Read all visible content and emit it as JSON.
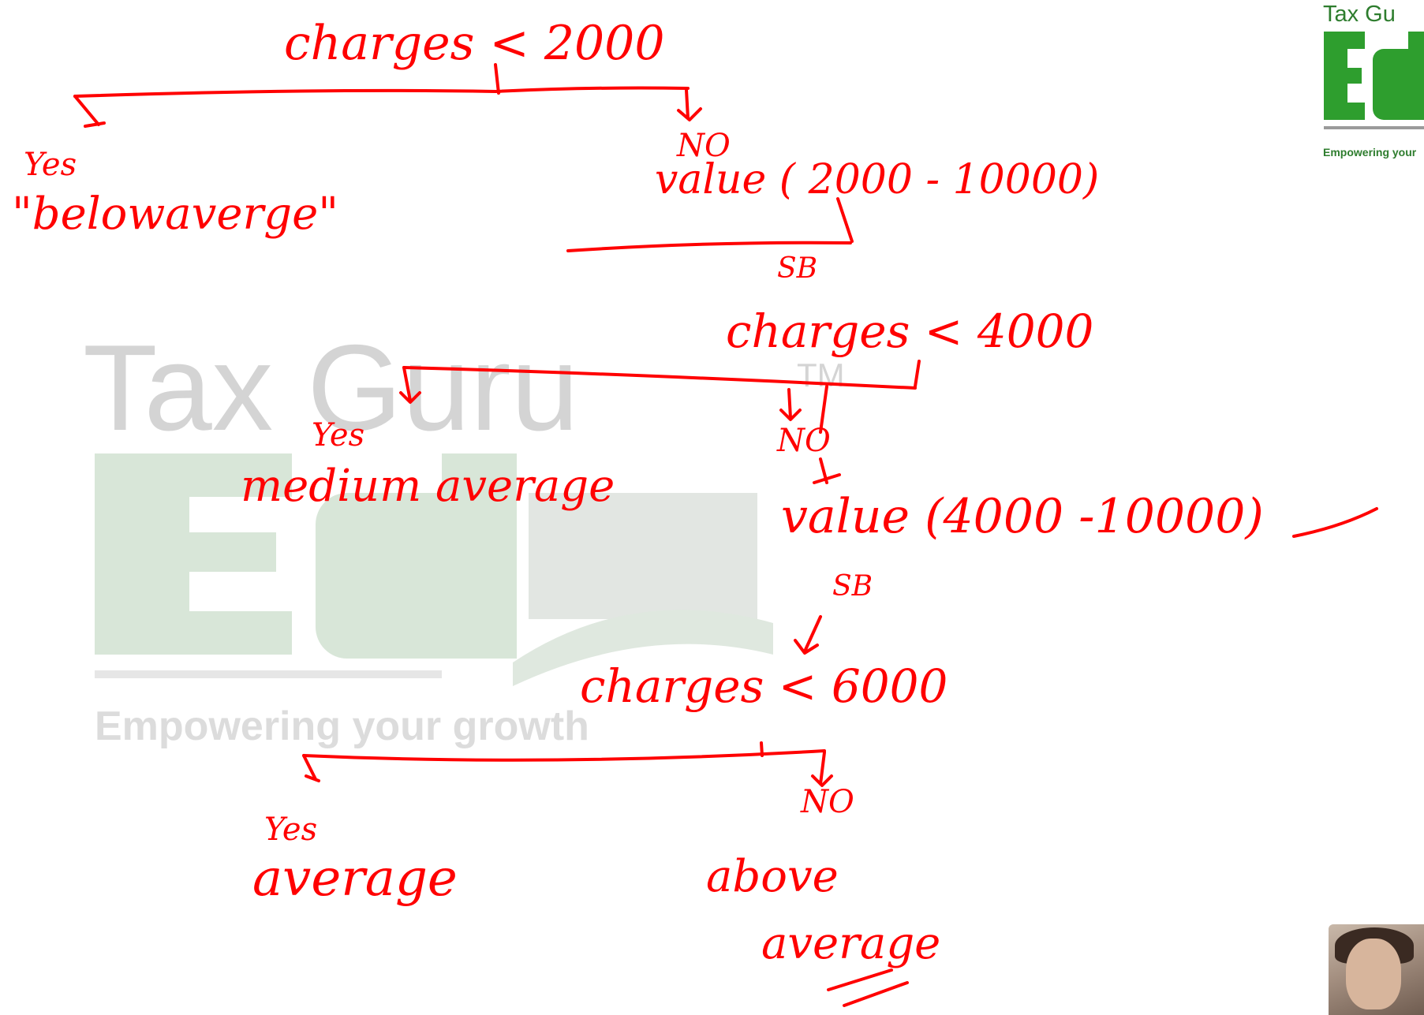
{
  "watermark": {
    "brand_top": "Tax Guru",
    "trademark": "TM",
    "brand_big": "Ed",
    "tagline": "Empowering your growth"
  },
  "logo": {
    "brand_top": "Tax Gu",
    "brand_big": "Ed",
    "tagline": "Empowering your"
  },
  "diagram": {
    "root_condition": "charges < 2000",
    "root_yes_label": "Yes",
    "root_yes_result": "\"belowaverge\"",
    "root_no_label": "NO",
    "root_no_range": "value ( 2000 - 10000)",
    "root_no_sb": "SB",
    "second_condition": "charges < 4000",
    "second_yes_label": "Yes",
    "second_yes_result": "medium average",
    "second_no_label": "NO",
    "second_no_range": "value (4000 -10000)",
    "second_no_sb": "SB",
    "third_condition": "charges < 6000",
    "third_yes_label": "Yes",
    "third_yes_result": "average",
    "third_no_label": "NO",
    "third_no_result_line1": "above",
    "third_no_result_line2": "average"
  },
  "colors": {
    "ink": "#ff0000",
    "logo_green": "#2e9e2e",
    "watermark_gray": "#d4d4d4"
  }
}
